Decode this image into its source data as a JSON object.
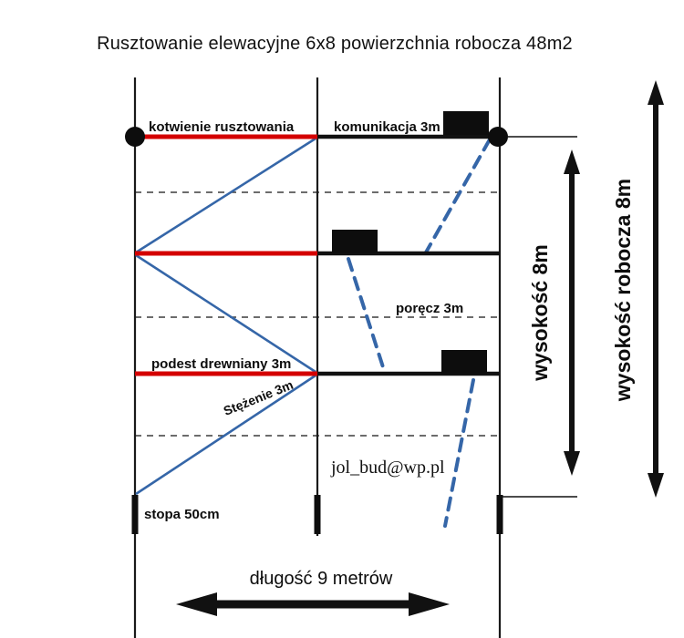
{
  "title": "Rusztowanie elewacyjne 6x8 powierzchnia robocza 48m2",
  "colors": {
    "red": "#d40000",
    "blue": "#3566a8",
    "black": "#111111",
    "guardrail_dash": "#3c3c3c"
  },
  "labels": {
    "anchoring": "kotwienie rusztowania",
    "communication": "komunikacja 3m",
    "handrail": "poręcz 3m",
    "platform": "podest drewniany 3m",
    "bracing": "Stężenie 3m",
    "foot": "stopa 50cm",
    "email": "jol_bud@wp.pl"
  },
  "dimensions": {
    "height": "wysokość 8m",
    "working_height": "wysokość robocza 8m",
    "length": "długość 9 metrów"
  }
}
